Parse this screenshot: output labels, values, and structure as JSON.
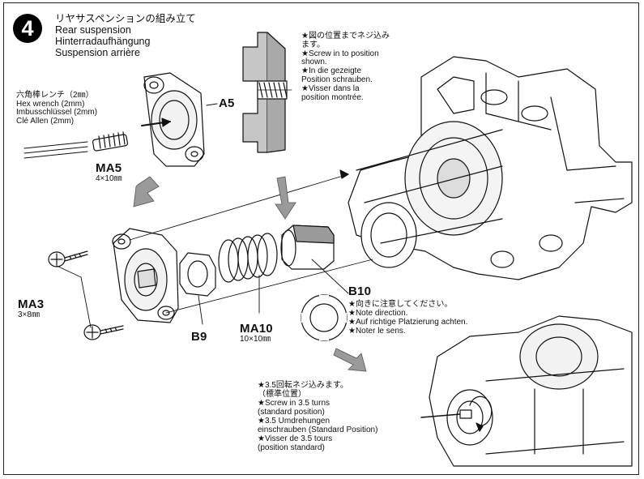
{
  "step": {
    "number": "4",
    "title_ja": "リヤサスペンションの組み立て",
    "title_en": "Rear suspension",
    "title_de": "Hinterradaufhängung",
    "title_fr": "Suspension arrière"
  },
  "parts": {
    "a5": "A5",
    "ma5_name": "MA5",
    "ma5_size": "4×10㎜",
    "ma3_name": "MA3",
    "ma3_size": "3×8㎜",
    "b9": "B9",
    "ma10_name": "MA10",
    "ma10_size": "10×10㎜",
    "b10": "B10"
  },
  "notes": {
    "hex_wrench": [
      "六角棒レンチ（2㎜）",
      "Hex wrench (2mm)",
      "Imbusschlüssel (2mm)",
      "Clé Allen (2mm)"
    ],
    "screw_position": [
      "★図の位置までネジ込み",
      "ます。",
      "★Screw in to position",
      "shown.",
      "★In die gezeigte",
      "Position schrauben.",
      "★Visser dans la",
      "position montrée."
    ],
    "direction": [
      "★向きに注意してください。",
      "★Note direction.",
      "★Auf richtige Platzierung achten.",
      "★Noter le sens."
    ],
    "turns": [
      "★3.5回転ネジ込みます。",
      "（標準位置）",
      "★Screw in 3.5 turns",
      "(standard position)",
      "★3.5 Umdrehungen",
      "einschrauben (Standard Position)",
      "★Visser de 3.5 tours",
      "(position standard)"
    ]
  },
  "colors": {
    "line": "#111111",
    "arrow_fill": "#9a9a9a",
    "detail_fill": "#b8b8b8"
  }
}
